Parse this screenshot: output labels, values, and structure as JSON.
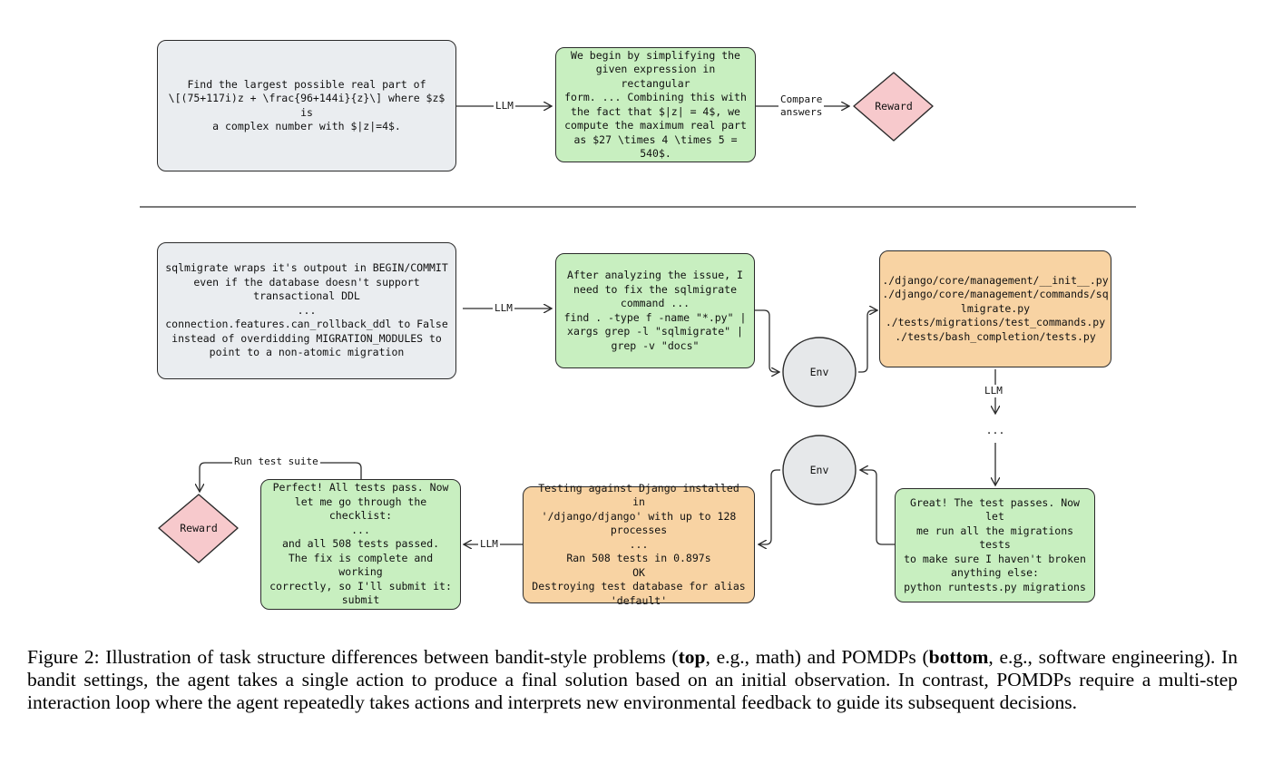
{
  "top": {
    "problem": "Find the largest possible real part of\n\\[(75+117i)z + \\frac{96+144i}{z}\\] where $z$ is\na complex number with $|z|=4$.",
    "llm_label": "LLM",
    "solution": "We begin by simplifying the\ngiven expression in rectangular\nform. ... Combining this with\nthe fact that $|z| = 4$, we\ncompute the maximum real part\nas $27 \\times 4 \\times 5 =\n540$.",
    "compare_label": "Compare\nanswers",
    "reward": "Reward"
  },
  "bottom": {
    "issue": "sqlmigrate wraps it's outpout in BEGIN/COMMIT\neven if the database doesn't support\ntransactional DDL\n...\nconnection.features.can_rollback_ddl to False\ninstead of overdidding MIGRATION_MODULES to\npoint to a non-atomic migration",
    "llm_label_1": "LLM",
    "action_1": "After analyzing the issue, I\nneed to fix the sqlmigrate\ncommand ...\nfind . -type f -name \"*.py\" |\nxargs grep -l \"sqlmigrate\" |\ngrep -v \"docs\"",
    "env_1": "Env",
    "observation_1": "./django/core/management/__init__.py\n./django/core/management/commands/sq\nlmigrate.py\n./tests/migrations/test_commands.py\n./tests/bash_completion/tests.py",
    "llm_label_2": "LLM",
    "ellipsis": "...",
    "action_2": "Great! The test passes. Now let\nme run all the migrations tests\nto make sure I haven't broken\nanything else:\npython runtests.py migrations",
    "env_2": "Env",
    "observation_2": "Testing against Django installed in\n'/django/django' with up to 128\nprocesses\n...\nRan 508 tests in 0.897s\nOK\nDestroying test database for alias\n'default'",
    "llm_label_3": "LLM",
    "final_action": "Perfect! All tests pass. Now\nlet me go through the\nchecklist:\n...\nand all 508 tests passed.\nThe fix is complete and working\ncorrectly, so I'll submit it:\nsubmit",
    "run_label": "Run test suite",
    "reward": "Reward"
  },
  "caption": {
    "prefix": "Figure 2: Illustration of task structure differences between bandit-style problems (",
    "top_bold": "top",
    "mid1": ", e.g., math) and POMDPs (",
    "bottom_bold": "bottom",
    "rest": ", e.g., software engineering). In bandit settings, the agent takes a single action to produce a final solution based on an initial observation. In contrast, POMDPs require a multi-step interaction loop where the agent repeatedly takes actions and interprets new environmental feedback to guide its subsequent decisions."
  }
}
